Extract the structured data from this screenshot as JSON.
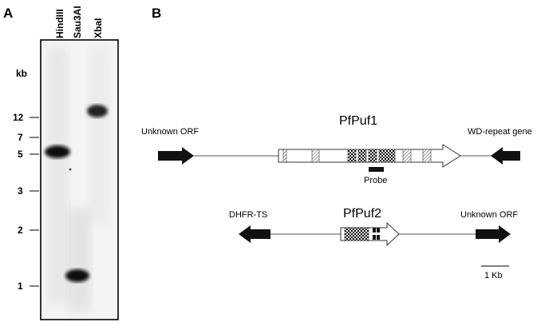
{
  "panel_a": {
    "letter": "A",
    "lanes": [
      "HindIII",
      "Sau3AI",
      "XbaI"
    ],
    "kb_title": "kb",
    "markers": [
      "12",
      "7",
      "5",
      "3",
      "2",
      "1"
    ]
  },
  "panel_b": {
    "letter": "B",
    "gene1": {
      "title": "PfPuf1",
      "left_flank": "Unknown ORF",
      "right_flank": "WD-repeat gene",
      "probe_label": "Probe"
    },
    "gene2": {
      "title": "PfPuf2",
      "left_flank": "DHFR-TS",
      "right_flank": "Unknown ORF"
    },
    "scale_bar": "1 Kb"
  }
}
